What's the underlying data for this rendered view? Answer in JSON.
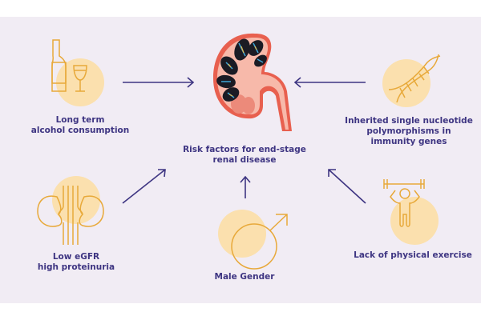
{
  "title": {
    "lines": [
      "Risk factors for end-stage",
      "renal disease"
    ]
  },
  "factors": [
    {
      "id": "alcohol",
      "icon": "wine-bottle-glass-icon",
      "lines": [
        "Long term",
        "alcohol consumption"
      ]
    },
    {
      "id": "snp",
      "icon": "dna-helix-icon",
      "lines": [
        "Inherited single nucleotide",
        "polymorphisms in",
        "immunity genes"
      ]
    },
    {
      "id": "egfr",
      "icon": "kidneys-icon",
      "lines": [
        "Low eGFR",
        "high proteinuria"
      ]
    },
    {
      "id": "male",
      "icon": "male-symbol-icon",
      "lines": [
        "Male Gender"
      ]
    },
    {
      "id": "exercise",
      "icon": "person-lifting-weights-icon",
      "lines": [
        "Lack of physical exercise"
      ]
    }
  ],
  "colors": {
    "background": "#f1ecf4",
    "text": "#3e3582",
    "arrow": "#3e3582",
    "icon_stroke": "#e8a93a",
    "icon_circle": "#fbe0ae",
    "kidney_outer": "#e8604f",
    "kidney_inner": "#f7b9aa",
    "kidney_pyramid": "#1b1b24"
  }
}
